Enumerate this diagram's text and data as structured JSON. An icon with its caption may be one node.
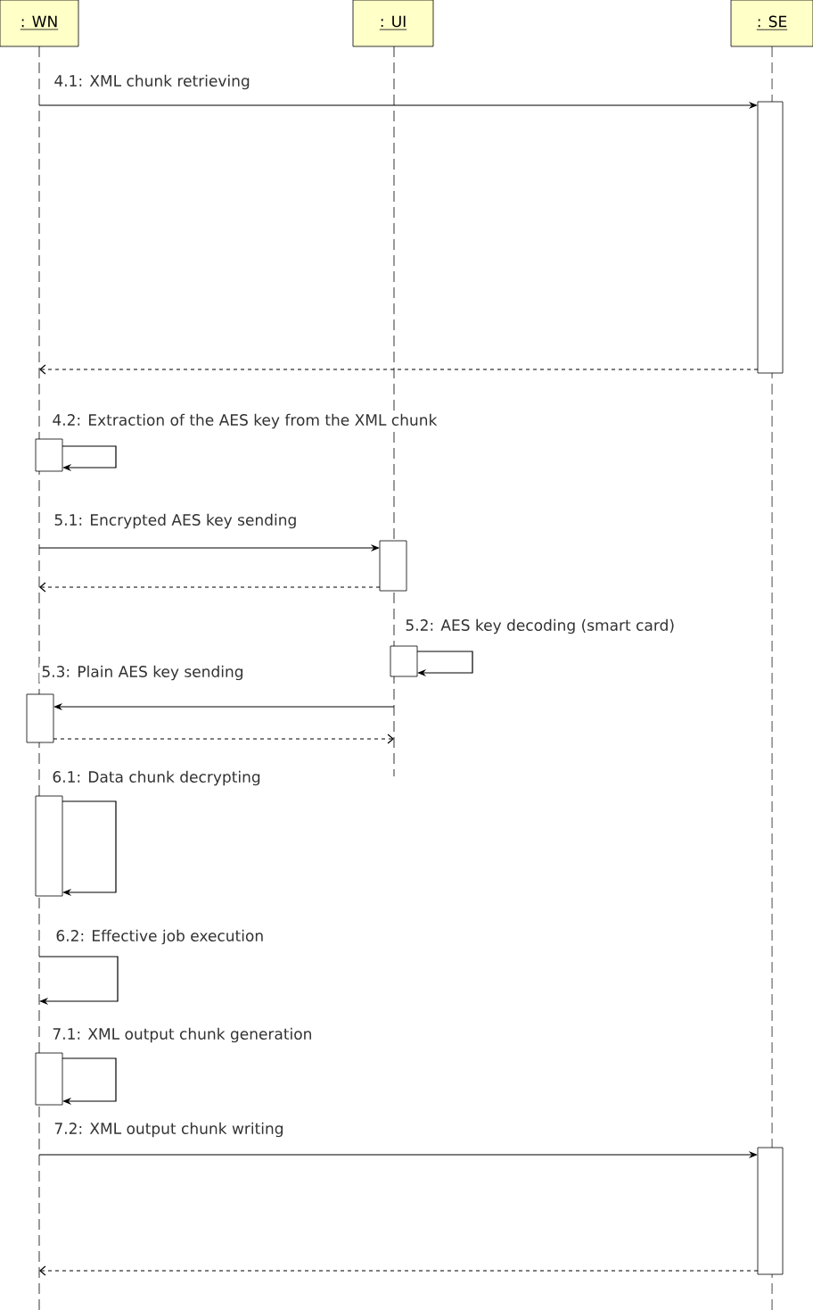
{
  "diagram": {
    "nodes": [
      {
        "text": [
          ": WN"
        ]
      },
      {
        "text": [
          ": UI"
        ]
      },
      {
        "text": [
          ": SE"
        ]
      },
      {
        "text": [],
        "shape": "bar"
      },
      {
        "text": [],
        "shape": "bar"
      },
      {
        "text": [],
        "shape": "bar"
      },
      {
        "text": [],
        "shape": "bar"
      },
      {
        "text": [],
        "shape": "bar"
      },
      {
        "text": [],
        "shape": "bar"
      },
      {
        "text": [],
        "shape": "bar"
      },
      {
        "text": [],
        "shape": "bar"
      }
    ],
    "edges": [
      {
        "from": null,
        "to": 3,
        "arrow": "to",
        "label": "4.1: XML chunk retrieving"
      },
      {
        "from": 3,
        "to": null,
        "arrow": "to",
        "style": "dashed"
      },
      {
        "from": 4,
        "to": 4,
        "arrow": "to",
        "label": "4.2: Extraction of the AES key from the XML chunk"
      },
      {
        "from": null,
        "to": 5,
        "arrow": "to",
        "label": "5.1: Encrypted AES key sending"
      },
      {
        "from": 5,
        "to": null,
        "arrow": "to",
        "style": "dashed"
      },
      {
        "from": 6,
        "to": 6,
        "arrow": "to",
        "label": "5.2: AES key decoding (smart card)"
      },
      {
        "from": null,
        "to": 7,
        "arrow": "to",
        "label": "5.3: Plain AES key sending"
      },
      {
        "from": 7,
        "to": null,
        "arrow": "to",
        "style": "dashed"
      },
      {
        "from": 8,
        "to": 8,
        "arrow": "to",
        "label": "6.1: Data chunk decrypting"
      },
      {
        "from": 9,
        "to": 9,
        "arrow": "to",
        "label": "7.1: XML output chunk generation"
      },
      {
        "from": null,
        "to": 10,
        "arrow": "to",
        "label": "7.2: XML output chunk writing"
      },
      {
        "from": 10,
        "to": null,
        "arrow": "to",
        "style": "dashed"
      }
    ],
    "labels": [
      "6.2: Effective job execution"
    ]
  }
}
